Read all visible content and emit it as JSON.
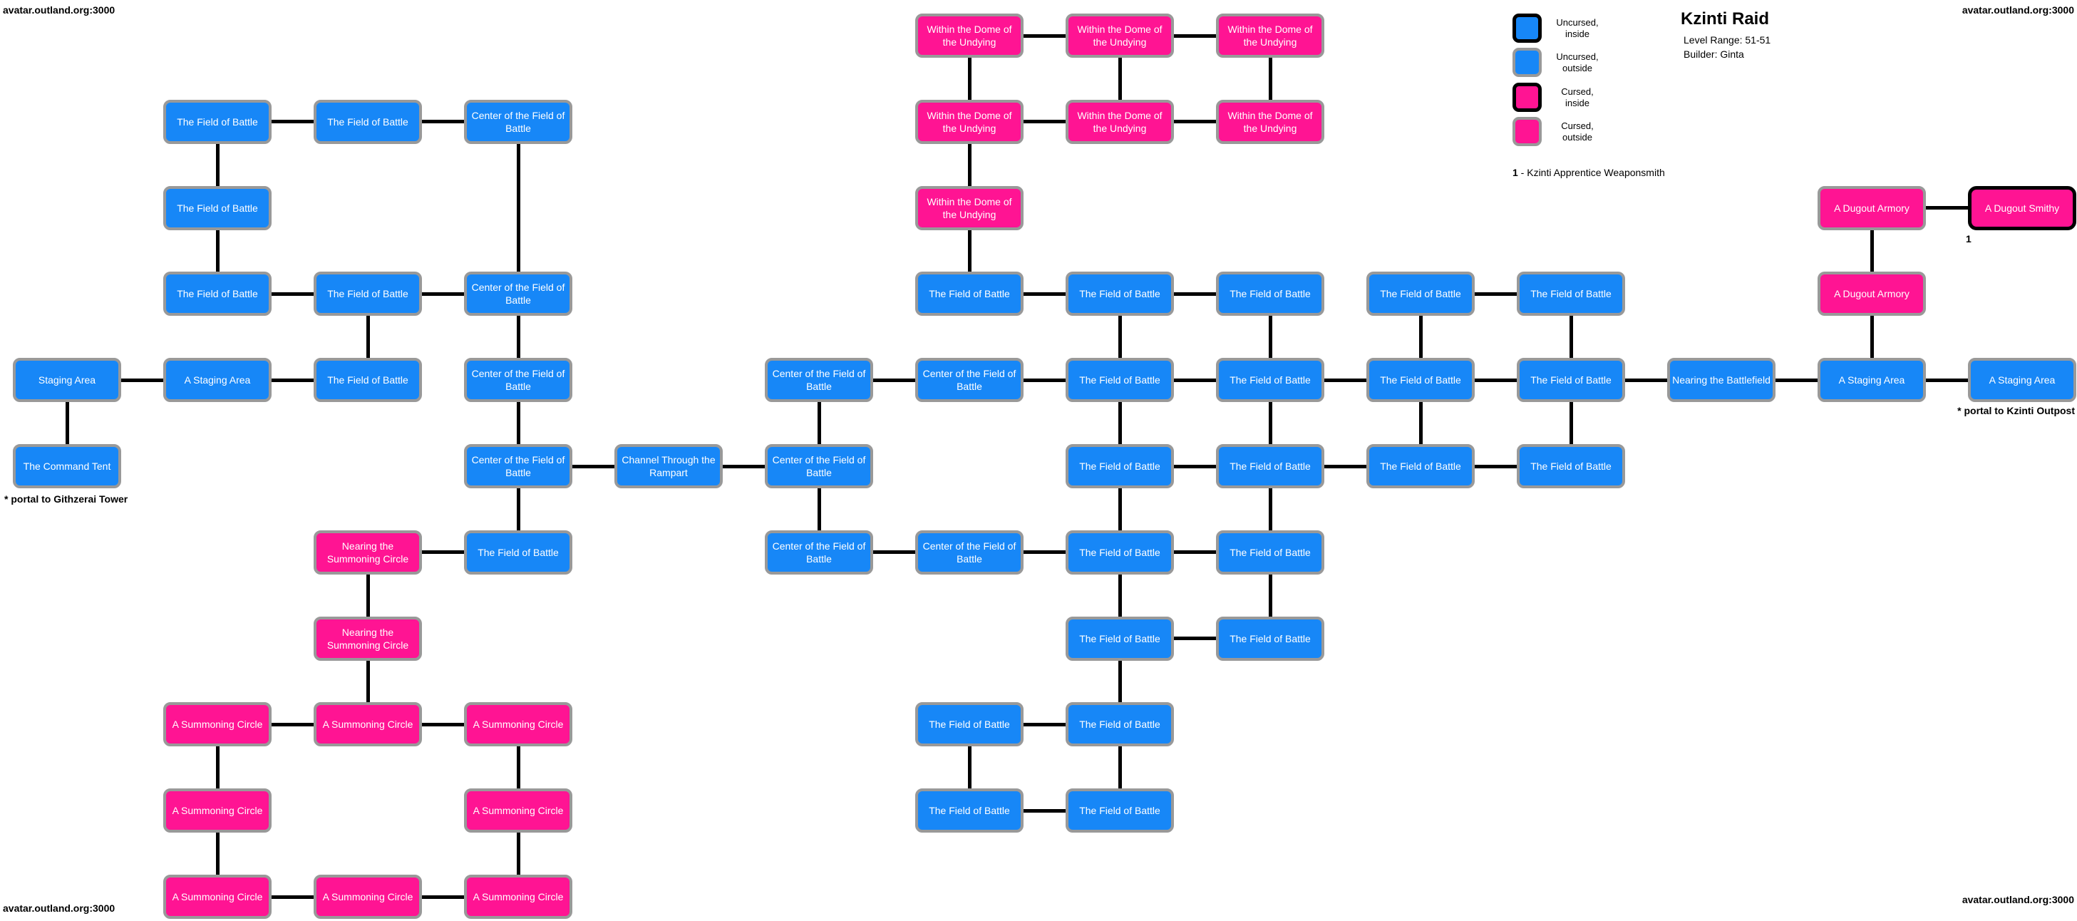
{
  "corner_labels": {
    "top_left": "avatar.outland.org:3000",
    "top_right": "avatar.outland.org:3000",
    "bottom_left": "avatar.outland.org:3000",
    "bottom_right": "avatar.outland.org:3000"
  },
  "header": {
    "title": "Kzinti Raid",
    "level_range": "Level Range: 51-51",
    "builder": "Builder: Ginta"
  },
  "legend": {
    "items": [
      {
        "type": "uncursed-inside",
        "line1": "Uncursed,",
        "line2": "inside"
      },
      {
        "type": "uncursed-outside",
        "line1": "Uncursed,",
        "line2": "outside"
      },
      {
        "type": "cursed-inside",
        "line1": "Cursed,",
        "line2": "inside"
      },
      {
        "type": "cursed-outside",
        "line1": "Cursed,",
        "line2": "outside"
      }
    ]
  },
  "notes": {
    "marker_number": "1",
    "marker_rest": " - Kzinti Apprentice Weaponsmith",
    "portal_left": "* portal to Githzerai Tower",
    "portal_right": "* portal to Kzinti Outpost",
    "smithy_marker": "1"
  },
  "colors": {
    "uncursed": "#1787F7",
    "cursed": "#FF1493",
    "border_outside": "#999999",
    "border_inside": "#000000",
    "edge": "#000000",
    "background": "#FFFFFF",
    "text": "#FFFFFF"
  },
  "map": {
    "rooms": [
      {
        "c": 6,
        "r": 0,
        "label": "Within the Dome of\nthe Undying",
        "cursed": true,
        "inside": false
      },
      {
        "c": 7,
        "r": 0,
        "label": "Within the Dome of\nthe Undying",
        "cursed": true,
        "inside": false
      },
      {
        "c": 8,
        "r": 0,
        "label": "Within the Dome of\nthe Undying",
        "cursed": true,
        "inside": false
      },
      {
        "c": 1,
        "r": 1,
        "label": "The Field of Battle",
        "cursed": false,
        "inside": false
      },
      {
        "c": 2,
        "r": 1,
        "label": "The Field of Battle",
        "cursed": false,
        "inside": false
      },
      {
        "c": 3,
        "r": 1,
        "label": "Center of the Field of\nBattle",
        "cursed": false,
        "inside": false
      },
      {
        "c": 6,
        "r": 1,
        "label": "Within the Dome of\nthe Undying",
        "cursed": true,
        "inside": false
      },
      {
        "c": 7,
        "r": 1,
        "label": "Within the Dome of\nthe Undying",
        "cursed": true,
        "inside": false
      },
      {
        "c": 8,
        "r": 1,
        "label": "Within the Dome of\nthe Undying",
        "cursed": true,
        "inside": false
      },
      {
        "c": 1,
        "r": 2,
        "label": "The Field of Battle",
        "cursed": false,
        "inside": false
      },
      {
        "c": 6,
        "r": 2,
        "label": "Within the Dome of\nthe Undying",
        "cursed": true,
        "inside": false
      },
      {
        "c": 12,
        "r": 2,
        "label": "A Dugout Armory",
        "cursed": true,
        "inside": false
      },
      {
        "c": 13,
        "r": 2,
        "label": "A Dugout Smithy",
        "cursed": true,
        "inside": true
      },
      {
        "c": 1,
        "r": 3,
        "label": "The Field of Battle",
        "cursed": false,
        "inside": false
      },
      {
        "c": 2,
        "r": 3,
        "label": "The Field of Battle",
        "cursed": false,
        "inside": false
      },
      {
        "c": 3,
        "r": 3,
        "label": "Center of the Field of\nBattle",
        "cursed": false,
        "inside": false
      },
      {
        "c": 6,
        "r": 3,
        "label": "The Field of Battle",
        "cursed": false,
        "inside": false
      },
      {
        "c": 7,
        "r": 3,
        "label": "The Field of Battle",
        "cursed": false,
        "inside": false
      },
      {
        "c": 8,
        "r": 3,
        "label": "The Field of Battle",
        "cursed": false,
        "inside": false
      },
      {
        "c": 9,
        "r": 3,
        "label": "The Field of Battle",
        "cursed": false,
        "inside": false
      },
      {
        "c": 10,
        "r": 3,
        "label": "The Field of Battle",
        "cursed": false,
        "inside": false
      },
      {
        "c": 12,
        "r": 3,
        "label": "A Dugout Armory",
        "cursed": true,
        "inside": false
      },
      {
        "c": 0,
        "r": 4,
        "label": "Staging Area",
        "cursed": false,
        "inside": false
      },
      {
        "c": 1,
        "r": 4,
        "label": "A Staging Area",
        "cursed": false,
        "inside": false
      },
      {
        "c": 2,
        "r": 4,
        "label": "The Field of Battle",
        "cursed": false,
        "inside": false
      },
      {
        "c": 3,
        "r": 4,
        "label": "Center of the Field of\nBattle",
        "cursed": false,
        "inside": false
      },
      {
        "c": 5,
        "r": 4,
        "label": "Center of the Field of\nBattle",
        "cursed": false,
        "inside": false
      },
      {
        "c": 6,
        "r": 4,
        "label": "Center of the Field of\nBattle",
        "cursed": false,
        "inside": false
      },
      {
        "c": 7,
        "r": 4,
        "label": "The Field of Battle",
        "cursed": false,
        "inside": false
      },
      {
        "c": 8,
        "r": 4,
        "label": "The Field of Battle",
        "cursed": false,
        "inside": false
      },
      {
        "c": 9,
        "r": 4,
        "label": "The Field of Battle",
        "cursed": false,
        "inside": false
      },
      {
        "c": 10,
        "r": 4,
        "label": "The Field of Battle",
        "cursed": false,
        "inside": false
      },
      {
        "c": 11,
        "r": 4,
        "label": "Nearing the Battlefield",
        "cursed": false,
        "inside": false
      },
      {
        "c": 12,
        "r": 4,
        "label": "A Staging Area",
        "cursed": false,
        "inside": false
      },
      {
        "c": 13,
        "r": 4,
        "label": "A Staging Area",
        "cursed": false,
        "inside": false
      },
      {
        "c": 0,
        "r": 5,
        "label": "The Command Tent",
        "cursed": false,
        "inside": false
      },
      {
        "c": 3,
        "r": 5,
        "label": "Center of the Field of\nBattle",
        "cursed": false,
        "inside": false
      },
      {
        "c": 4,
        "r": 5,
        "label": "Channel Through the\nRampart",
        "cursed": false,
        "inside": false
      },
      {
        "c": 5,
        "r": 5,
        "label": "Center of the Field of\nBattle",
        "cursed": false,
        "inside": false
      },
      {
        "c": 7,
        "r": 5,
        "label": "The Field of Battle",
        "cursed": false,
        "inside": false
      },
      {
        "c": 8,
        "r": 5,
        "label": "The Field of Battle",
        "cursed": false,
        "inside": false
      },
      {
        "c": 9,
        "r": 5,
        "label": "The Field of Battle",
        "cursed": false,
        "inside": false
      },
      {
        "c": 10,
        "r": 5,
        "label": "The Field of Battle",
        "cursed": false,
        "inside": false
      },
      {
        "c": 2,
        "r": 6,
        "label": "Nearing the\nSummoning Circle",
        "cursed": true,
        "inside": false
      },
      {
        "c": 3,
        "r": 6,
        "label": "The Field of Battle",
        "cursed": false,
        "inside": false
      },
      {
        "c": 5,
        "r": 6,
        "label": "Center of the Field of\nBattle",
        "cursed": false,
        "inside": false
      },
      {
        "c": 6,
        "r": 6,
        "label": "Center of the Field of\nBattle",
        "cursed": false,
        "inside": false
      },
      {
        "c": 7,
        "r": 6,
        "label": "The Field of Battle",
        "cursed": false,
        "inside": false
      },
      {
        "c": 8,
        "r": 6,
        "label": "The Field of Battle",
        "cursed": false,
        "inside": false
      },
      {
        "c": 2,
        "r": 7,
        "label": "Nearing the\nSummoning Circle",
        "cursed": true,
        "inside": false
      },
      {
        "c": 7,
        "r": 7,
        "label": "The Field of Battle",
        "cursed": false,
        "inside": false
      },
      {
        "c": 8,
        "r": 7,
        "label": "The Field of Battle",
        "cursed": false,
        "inside": false
      },
      {
        "c": 1,
        "r": 8,
        "label": "A Summoning Circle",
        "cursed": true,
        "inside": false
      },
      {
        "c": 2,
        "r": 8,
        "label": "A Summoning Circle",
        "cursed": true,
        "inside": false
      },
      {
        "c": 3,
        "r": 8,
        "label": "A Summoning Circle",
        "cursed": true,
        "inside": false
      },
      {
        "c": 6,
        "r": 8,
        "label": "The Field of Battle",
        "cursed": false,
        "inside": false
      },
      {
        "c": 7,
        "r": 8,
        "label": "The Field of Battle",
        "cursed": false,
        "inside": false
      },
      {
        "c": 1,
        "r": 9,
        "label": "A Summoning Circle",
        "cursed": true,
        "inside": false
      },
      {
        "c": 3,
        "r": 9,
        "label": "A Summoning Circle",
        "cursed": true,
        "inside": false
      },
      {
        "c": 6,
        "r": 9,
        "label": "The Field of Battle",
        "cursed": false,
        "inside": false
      },
      {
        "c": 7,
        "r": 9,
        "label": "The Field of Battle",
        "cursed": false,
        "inside": false
      },
      {
        "c": 1,
        "r": 10,
        "label": "A Summoning Circle",
        "cursed": true,
        "inside": false
      },
      {
        "c": 2,
        "r": 10,
        "label": "A Summoning Circle",
        "cursed": true,
        "inside": false
      },
      {
        "c": 3,
        "r": 10,
        "label": "A Summoning Circle",
        "cursed": true,
        "inside": false
      }
    ],
    "edges": [
      [
        6,
        0,
        7,
        0
      ],
      [
        7,
        0,
        8,
        0
      ],
      [
        1,
        1,
        2,
        1
      ],
      [
        2,
        1,
        3,
        1
      ],
      [
        6,
        1,
        7,
        1
      ],
      [
        7,
        1,
        8,
        1
      ],
      [
        12,
        2,
        13,
        2
      ],
      [
        1,
        3,
        2,
        3
      ],
      [
        2,
        3,
        3,
        3
      ],
      [
        6,
        3,
        7,
        3
      ],
      [
        7,
        3,
        8,
        3
      ],
      [
        9,
        3,
        10,
        3
      ],
      [
        0,
        4,
        1,
        4
      ],
      [
        1,
        4,
        2,
        4
      ],
      [
        5,
        4,
        6,
        4
      ],
      [
        6,
        4,
        7,
        4
      ],
      [
        7,
        4,
        8,
        4
      ],
      [
        8,
        4,
        9,
        4
      ],
      [
        9,
        4,
        10,
        4
      ],
      [
        10,
        4,
        11,
        4
      ],
      [
        11,
        4,
        12,
        4
      ],
      [
        12,
        4,
        13,
        4
      ],
      [
        3,
        5,
        4,
        5
      ],
      [
        4,
        5,
        5,
        5
      ],
      [
        7,
        5,
        8,
        5
      ],
      [
        8,
        5,
        9,
        5
      ],
      [
        9,
        5,
        10,
        5
      ],
      [
        2,
        6,
        3,
        6
      ],
      [
        5,
        6,
        6,
        6
      ],
      [
        6,
        6,
        7,
        6
      ],
      [
        7,
        6,
        8,
        6
      ],
      [
        7,
        7,
        8,
        7
      ],
      [
        1,
        8,
        2,
        8
      ],
      [
        2,
        8,
        3,
        8
      ],
      [
        6,
        8,
        7,
        8
      ],
      [
        6,
        9,
        7,
        9
      ],
      [
        1,
        10,
        2,
        10
      ],
      [
        2,
        10,
        3,
        10
      ],
      [
        6,
        0,
        6,
        1
      ],
      [
        7,
        0,
        7,
        1
      ],
      [
        8,
        0,
        8,
        1
      ],
      [
        1,
        1,
        1,
        2
      ],
      [
        3,
        1,
        3,
        3
      ],
      [
        6,
        1,
        6,
        2
      ],
      [
        1,
        2,
        1,
        3
      ],
      [
        6,
        2,
        6,
        3
      ],
      [
        12,
        2,
        12,
        3
      ],
      [
        2,
        3,
        2,
        4
      ],
      [
        3,
        3,
        3,
        4
      ],
      [
        7,
        3,
        7,
        4
      ],
      [
        8,
        3,
        8,
        4
      ],
      [
        9,
        3,
        9,
        4
      ],
      [
        10,
        3,
        10,
        4
      ],
      [
        12,
        3,
        12,
        4
      ],
      [
        0,
        4,
        0,
        5
      ],
      [
        3,
        4,
        3,
        5
      ],
      [
        5,
        4,
        5,
        5
      ],
      [
        7,
        4,
        7,
        5
      ],
      [
        8,
        4,
        8,
        5
      ],
      [
        9,
        4,
        9,
        5
      ],
      [
        10,
        4,
        10,
        5
      ],
      [
        3,
        5,
        3,
        6
      ],
      [
        5,
        5,
        5,
        6
      ],
      [
        7,
        5,
        7,
        6
      ],
      [
        8,
        5,
        8,
        6
      ],
      [
        2,
        6,
        2,
        7
      ],
      [
        7,
        6,
        7,
        7
      ],
      [
        8,
        6,
        8,
        7
      ],
      [
        2,
        7,
        2,
        8
      ],
      [
        7,
        7,
        7,
        8
      ],
      [
        1,
        8,
        1,
        9
      ],
      [
        3,
        8,
        3,
        9
      ],
      [
        6,
        8,
        6,
        9
      ],
      [
        7,
        8,
        7,
        9
      ],
      [
        1,
        9,
        1,
        10
      ],
      [
        3,
        9,
        3,
        10
      ]
    ]
  }
}
